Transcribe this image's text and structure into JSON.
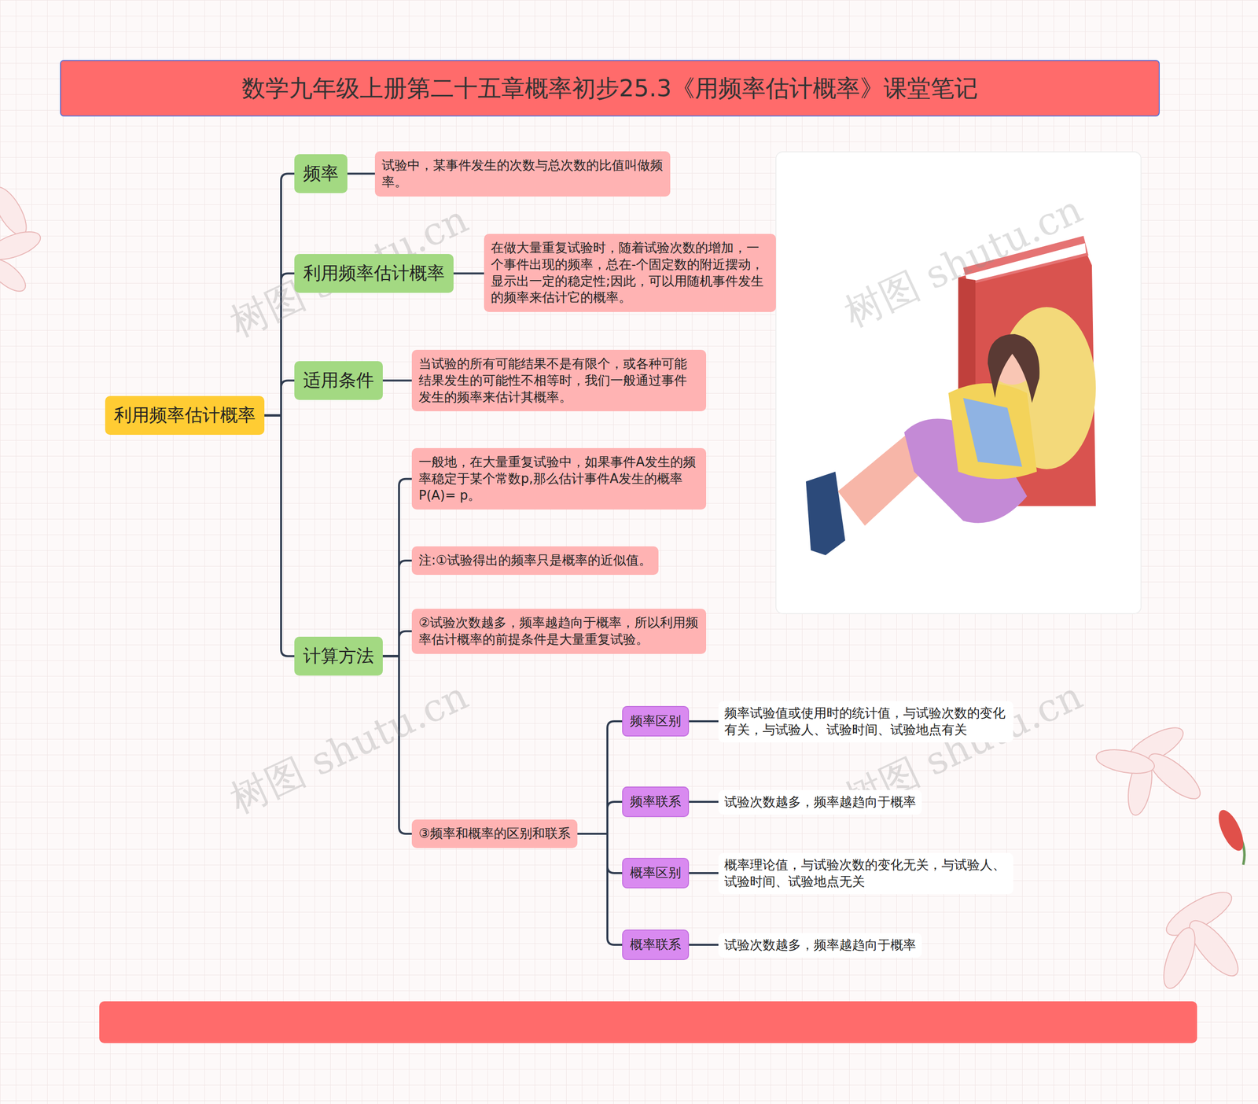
{
  "diagram": {
    "title": "数学九年级上册第二十五章概率初步25.3《用频率估计概率》课堂笔记",
    "nodes": [
      {
        "text": [
          "利用频率估计概率"
        ]
      },
      {
        "text": [
          "频率"
        ]
      },
      {
        "text": [
          "试验中，某事件发生的次数与总次数的比值叫做频率。"
        ]
      },
      {
        "text": [
          "利用频率估计概率"
        ]
      },
      {
        "text": [
          "在做大量重复试验时，随着试验次数的增加，一个事件出现的频率，总在-个固定数的附近摆动，显示出一定的稳定性;因此，可以用随机事件发生的频率来估计它的概率。"
        ]
      },
      {
        "text": [
          "适用条件"
        ]
      },
      {
        "text": [
          "当试验的所有可能结果不是有限个，或各种可能结果发生的可能性不相等时，我们一般通过事件发生的频率来估计其概率。"
        ]
      },
      {
        "text": [
          "计算方法"
        ]
      },
      {
        "text": [
          "一般地，在大量重复试验中，如果事件A发生的频率稳定于某个常数p,那么估计事件A发生的概率P(A)= p。"
        ]
      },
      {
        "text": [
          "注:①试验得出的频率只是概率的近似值。"
        ]
      },
      {
        "text": [
          "②试验次数越多，频率越趋向于概率，所以利用频率估计概率的前提条件是大量重复试验。"
        ]
      },
      {
        "text": [
          "③频率和概率的区别和联系"
        ]
      },
      {
        "text": [
          "频率区别"
        ]
      },
      {
        "text": [
          "频率试验值或使用时的统计值，与试验次数的变化有关，与试验人、试验时间、试验地点有关"
        ]
      },
      {
        "text": [
          "频率联系"
        ]
      },
      {
        "text": [
          "试验次数越多，频率越趋向于概率"
        ]
      },
      {
        "text": [
          "概率区别"
        ]
      },
      {
        "text": [
          "概率理论值，与试验次数的变化无关，与试验人、 试验时间、试验地点无关"
        ]
      },
      {
        "text": [
          "概率联系"
        ]
      },
      {
        "text": [
          "试验次数越多，频率越趋向于概率"
        ]
      }
    ],
    "edges": [
      {
        "from": 0,
        "to": 1,
        "arrow": "none"
      },
      {
        "from": 0,
        "to": 3,
        "arrow": "none"
      },
      {
        "from": 0,
        "to": 5,
        "arrow": "none"
      },
      {
        "from": 0,
        "to": 7,
        "arrow": "none"
      },
      {
        "from": 1,
        "to": 2,
        "arrow": "none"
      },
      {
        "from": 3,
        "to": 4,
        "arrow": "none"
      },
      {
        "from": 5,
        "to": 6,
        "arrow": "none"
      },
      {
        "from": 7,
        "to": 8,
        "arrow": "none"
      },
      {
        "from": 7,
        "to": 9,
        "arrow": "none"
      },
      {
        "from": 7,
        "to": 10,
        "arrow": "none"
      },
      {
        "from": 7,
        "to": 11,
        "arrow": "none"
      },
      {
        "from": 11,
        "to": 12,
        "arrow": "none"
      },
      {
        "from": 11,
        "to": 14,
        "arrow": "none"
      },
      {
        "from": 11,
        "to": 16,
        "arrow": "none"
      },
      {
        "from": 11,
        "to": 18,
        "arrow": "none"
      },
      {
        "from": 12,
        "to": 13,
        "arrow": "none"
      },
      {
        "from": 14,
        "to": 15,
        "arrow": "none"
      },
      {
        "from": 16,
        "to": 17,
        "arrow": "none"
      },
      {
        "from": 18,
        "to": 19,
        "arrow": "none"
      }
    ],
    "labels": [
      "树图 shutu.cn",
      "树图 shutu.cn",
      "树图 shutu.cn",
      "树图 shutu.cn"
    ]
  }
}
